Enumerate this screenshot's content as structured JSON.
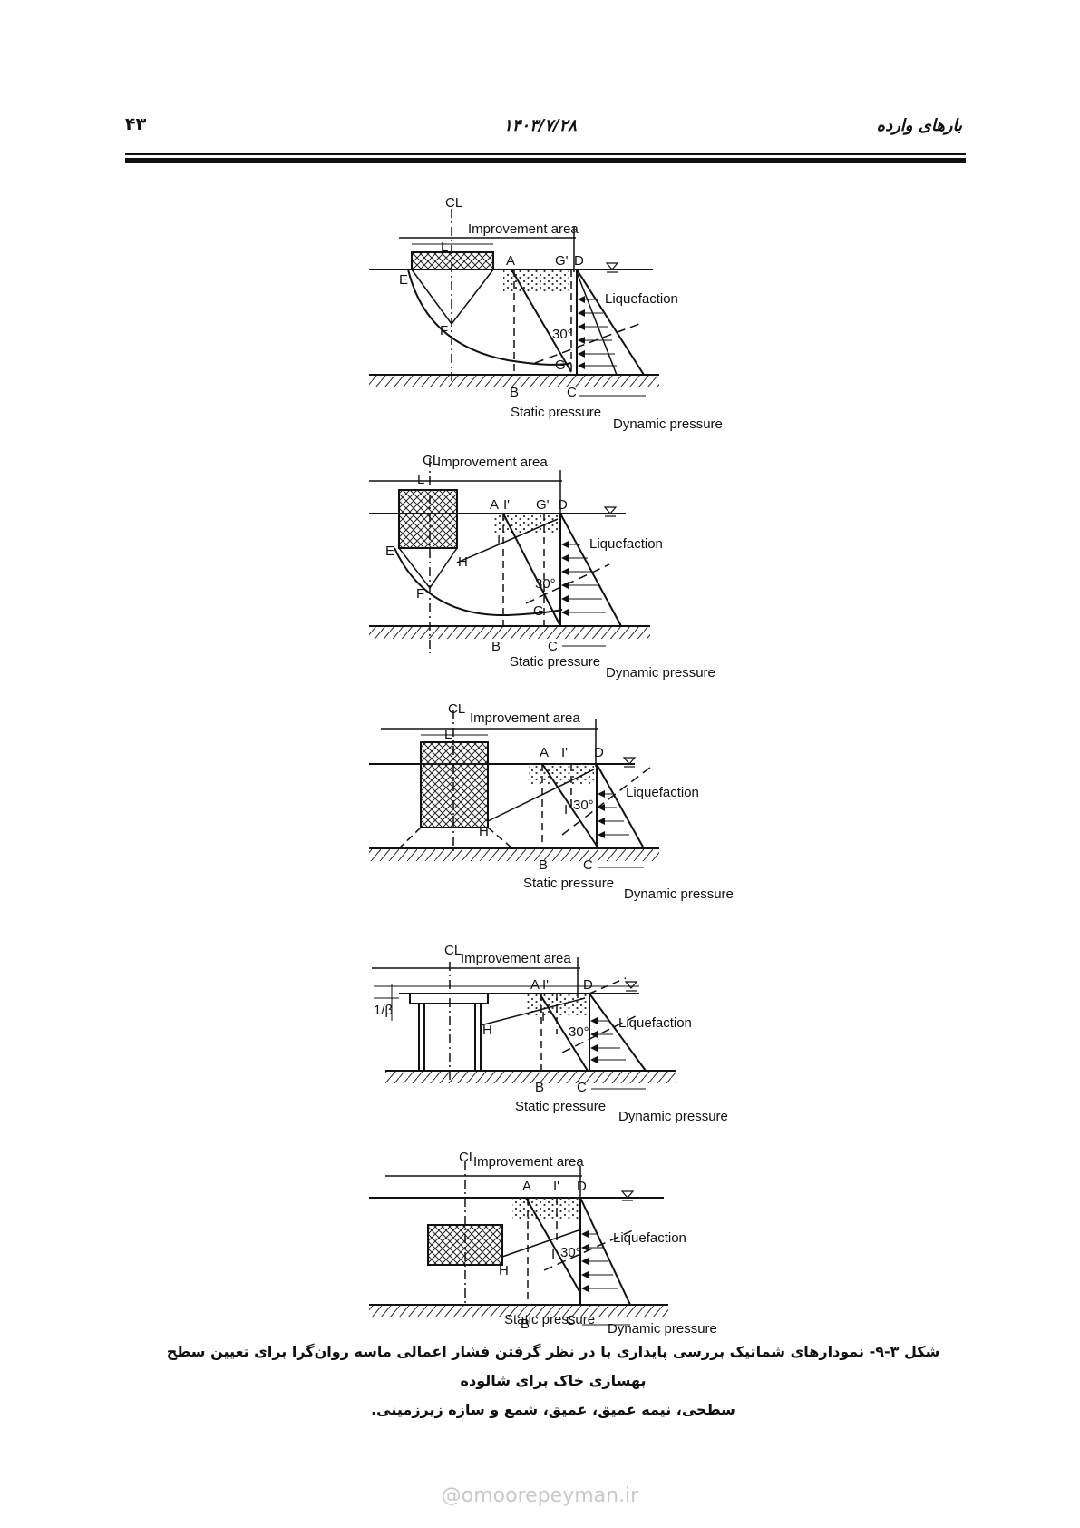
{
  "header": {
    "page_number": "۴۳",
    "date": "۱۴۰۳/۷/۲۸",
    "section_title": "بارهای وارده"
  },
  "figure": {
    "centerline_symbol": "CL",
    "improvement_area": "Improvement area",
    "liquefaction": "Liquefaction",
    "static_pressure": "Static pressure",
    "dynamic_pressure": "Dynamic pressure",
    "angle": "30°",
    "beta": "1/β",
    "points": {
      "A": "A",
      "B": "B",
      "C": "C",
      "D": "D",
      "E": "E",
      "F": "F",
      "G": "G",
      "G_prime": "G'",
      "H": "H",
      "I": "I",
      "I_prime": "I'",
      "L": "L"
    }
  },
  "caption": {
    "line1": "شکل ۳-۹- نمودارهای شماتیک بررسی پایداری با در نظر گرفتن فشار اعمالی ماسه روان‌گرا برای تعیین سطح بهسازی خاک برای شالوده",
    "line2": "سطحی، نیمه عمیق، عمیق، شمع و سازه زیرزمینی."
  },
  "watermark": "@omoorepeyman.ir"
}
